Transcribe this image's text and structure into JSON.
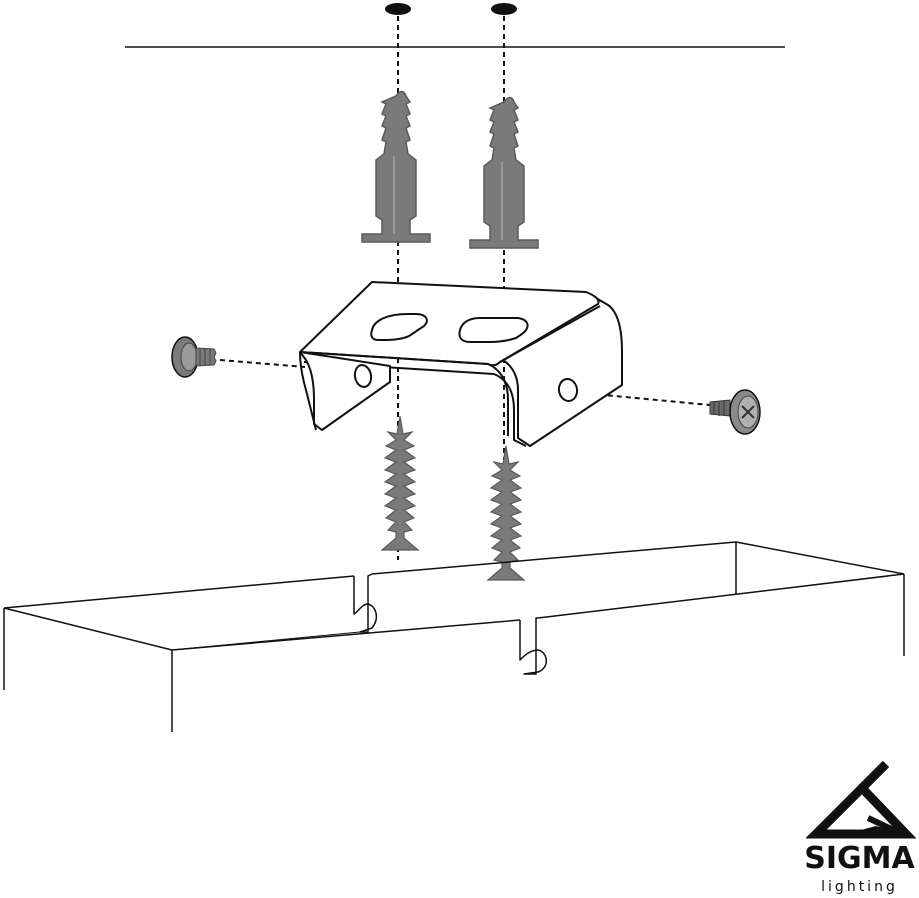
{
  "diagram": {
    "type": "exploded mounting installation illustration",
    "parts": [
      "ceiling-line",
      "drill-hole-left",
      "drill-hole-right",
      "wall-plug-left",
      "wall-plug-right",
      "mounting-bracket",
      "bracket-screw-left",
      "bracket-screw-right",
      "wood-screw-left",
      "wood-screw-right",
      "luminaire-housing"
    ],
    "colors": {
      "line": "#111111",
      "part_fill": "#7a7a7a",
      "part_dark": "#555555",
      "bracket_fill": "#ffffff",
      "background": "#ffffff"
    }
  },
  "brand": {
    "name": "SIGMA",
    "sub": "lighting",
    "logo_icon": "sigma-lamp-logo-icon"
  }
}
